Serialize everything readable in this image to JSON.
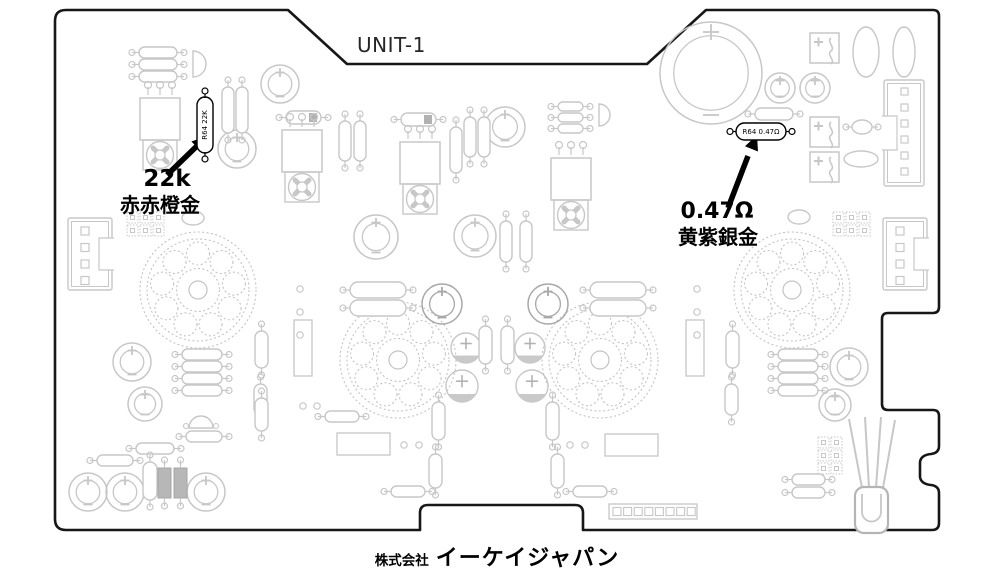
{
  "board": {
    "unit_label": "UNIT-1",
    "annotations": [
      {
        "value": "22k",
        "color_bands": "赤赤橙金",
        "ref_label": "R64 22K"
      },
      {
        "value": "0.47Ω",
        "color_bands": "黄紫銀金",
        "ref_label": "R64 0.47Ω"
      }
    ],
    "logo": {
      "prefix": "株式会社",
      "name": "イーケイジャパン"
    },
    "colors": {
      "board_outline": "#171717",
      "component": "#c7c7c7",
      "component_dark": "#b2b2b2",
      "annotation": "#000000",
      "background": "#ffffff"
    }
  }
}
